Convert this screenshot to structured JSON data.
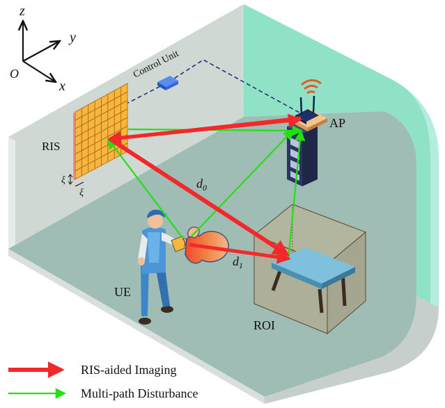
{
  "axes": {
    "z": "z",
    "y": "y",
    "x": "x",
    "origin": "O"
  },
  "labels": {
    "control_unit": "Control Unit",
    "ris": "RIS",
    "ap": "AP",
    "ue": "UE",
    "roi": "ROI",
    "d0_base": "d",
    "d0_sub": "0",
    "d1_base": "d",
    "d1_sub": "1",
    "xi_vertical": "ξ",
    "xi_horizontal": "ξ"
  },
  "legend": {
    "imaging": "RIS-aided Imaging",
    "disturbance": "Multi-path Disturbance"
  },
  "colors": {
    "imaging_arrow": "#f2282a",
    "disturbance_arrow": "#22e012",
    "left_wall": "#cfd8d3",
    "right_wall": "#8fe2c6",
    "floor": "#9fbcb5",
    "ris_panel": "#f5b73e"
  }
}
